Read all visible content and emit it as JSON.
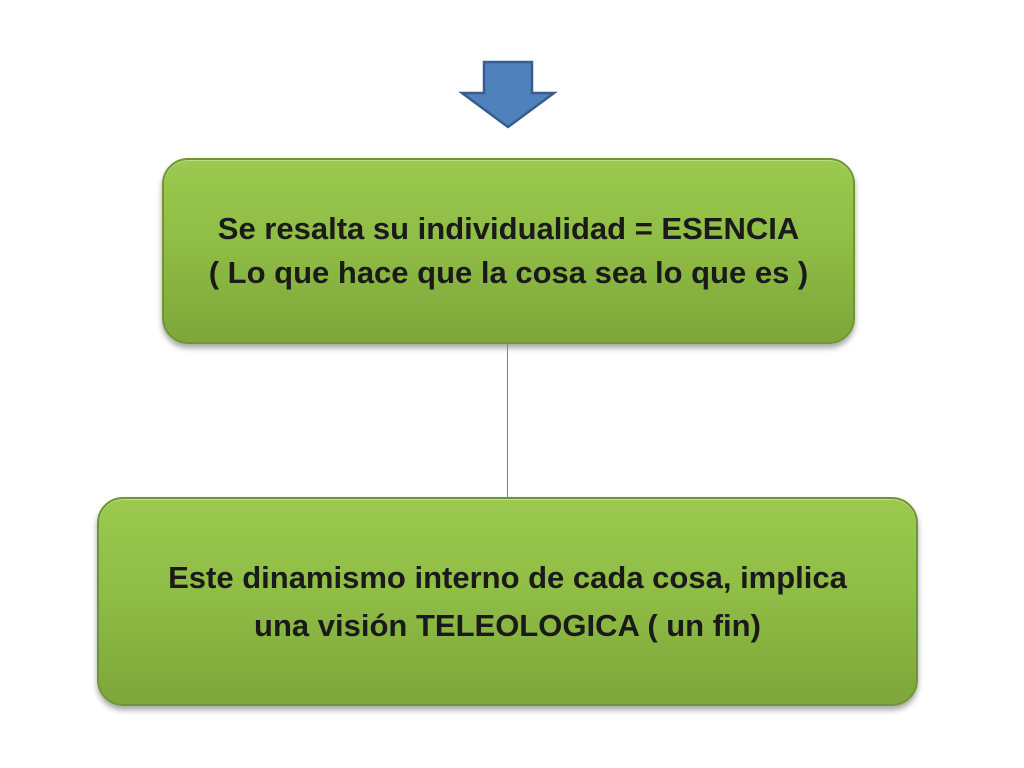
{
  "colors": {
    "arrow_fill": "#4f81bd",
    "arrow_stroke": "#385d8a",
    "box_fill": "#8fbd45",
    "connector": "#5b8bc9",
    "text": "#1a1a1a"
  },
  "diagram": {
    "top_box": {
      "line1": "Se resalta su individualidad = ESENCIA",
      "line2": "( Lo que hace que la cosa sea lo que es )"
    },
    "bottom_box": {
      "line1": "Este dinamismo interno de cada cosa, implica",
      "line2": "una visión TELEOLOGICA ( un fin)"
    }
  }
}
